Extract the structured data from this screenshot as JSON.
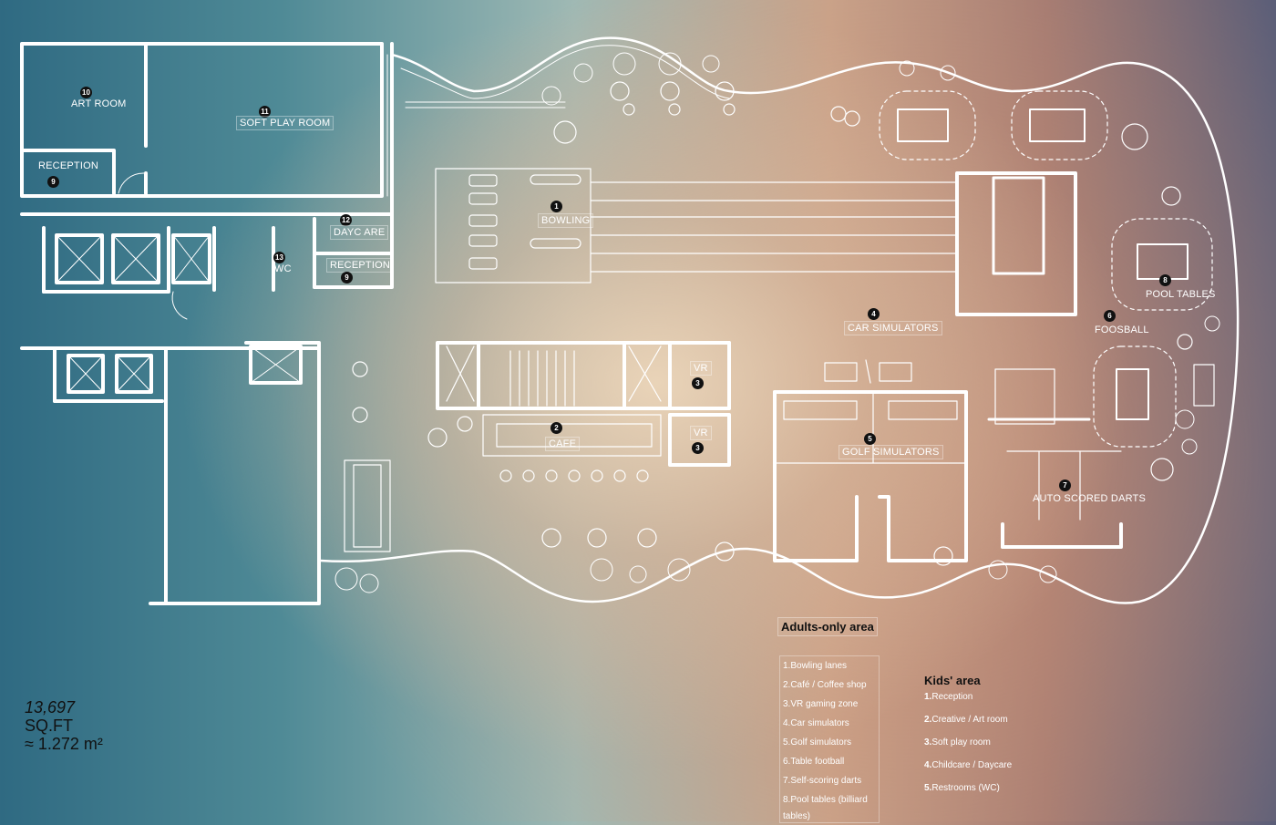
{
  "rooms": {
    "art_room": {
      "num": "10",
      "label": "ART ROOM"
    },
    "soft_play": {
      "num": "11",
      "label": "SOFT PLAY ROOM"
    },
    "reception_top": {
      "num": "9",
      "label": "RECEPTION"
    },
    "dayc": {
      "num": "12",
      "label": "DAYC ARE"
    },
    "wc": {
      "num": "13",
      "label": "WC"
    },
    "reception_2": {
      "num": "9",
      "label": "RECEPTION"
    },
    "bowling": {
      "num": "1",
      "label": "BOWLING"
    },
    "car_sim": {
      "num": "4",
      "label": "CAR SIMULATORS"
    },
    "foosball": {
      "num": "6",
      "label": "FOOSBALL"
    },
    "pool": {
      "num": "8",
      "label": "POOL TABLES"
    },
    "vr1": {
      "num": "3",
      "label": "VR"
    },
    "vr2": {
      "num": "3",
      "label": "VR"
    },
    "cafe": {
      "num": "2",
      "label": "CAFE"
    },
    "golf": {
      "num": "5",
      "label": "GOLF SIMULATORS"
    },
    "darts": {
      "num": "7",
      "label": "AUTO SCORED DARTS"
    }
  },
  "adults": {
    "title": "Adults-only area",
    "items": [
      "1.Bowling lanes",
      "2.Café / Coffee shop",
      "3.VR gaming zone",
      "4.Car simulators",
      "5.Golf simulators",
      "6.Table football",
      "7.Self-scoring darts",
      "8.Pool tables (billiard tables)"
    ]
  },
  "kids": {
    "title": "Kids' area",
    "items": [
      {
        "num": "1.",
        "text": "Reception"
      },
      {
        "num": "2.",
        "text": "Creative / Art room"
      },
      {
        "num": "3.",
        "text": "Soft play room"
      },
      {
        "num": "4.",
        "text": "Childcare / Daycare"
      },
      {
        "num": "5.",
        "text": "Restrooms (WC)"
      }
    ]
  },
  "area": {
    "value": "13,697",
    "unit": "SQ.FT",
    "metric": "≈ 1.272 m²"
  }
}
